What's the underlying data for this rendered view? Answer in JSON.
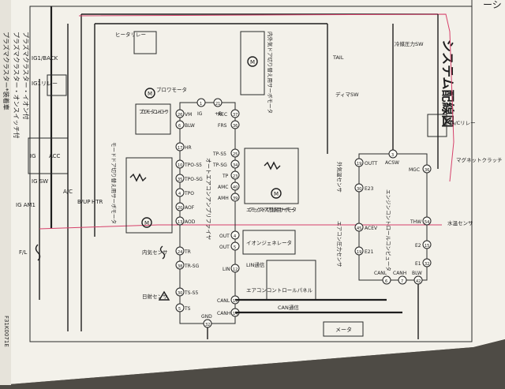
{
  "header": {
    "title": "システム配線図",
    "cut_text": "ーシ"
  },
  "left_margin": {
    "line1": "プラズマクラスター*装着車",
    "line2": "プラズマクラスター・オンスイッチ付",
    "line3": "プラズマクラスター・イオン付",
    "page_code": "F31K0071E"
  },
  "components": {
    "heater_relay": "ヒータリレー",
    "blower_motor": "ブロワモータ",
    "blower_controller": "ブロワモータコントローラ",
    "mode_servo": "モードドア切り替え用サーボモータ",
    "intake_servo": "内外気ドア切り替え用サーボモータ",
    "mix_servo": "エアミックスドア切り替え用サーボモータ",
    "room_sensor": "内気センサ",
    "solar_sensor": "日射センサ",
    "amplifier": "オートエアコンアンプリファイヤ",
    "ion_generator": "イオンジェネレータ",
    "lin_label": "LIN通信",
    "control_panel": "エアコンコントロールパネル",
    "can_label": "CAN通信",
    "meter": "メータ",
    "outside_temp_sensor": "外気温センサ",
    "engine_ecu": "エンジンコントロールコンピュータ",
    "pressure_sensor": "エアコン圧力センサ",
    "refrigerant_sw": "冷媒圧力SW",
    "dimmer_sw": "ディマSW",
    "ac_relay": "A/Cリレー",
    "magnet_clutch": "マグネットクラッチ",
    "water_temp_sensor": "水温センサ"
  },
  "power": {
    "ig1_back": "IG1/BACK",
    "ig1_relay": "IG1リレー",
    "ig_sw": "IG SW",
    "ig": "IG",
    "acc": "ACC",
    "ig_am1": "IG AM1",
    "fl": "F/L",
    "ac": "A/C",
    "bup": "B/UP",
    "htr": "HTR",
    "tail": "TAIL"
  },
  "amp_pins_left": [
    {
      "name": "VM",
      "no": "26"
    },
    {
      "name": "BLW",
      "no": "6"
    },
    {
      "name": "HR",
      "no": "17"
    },
    {
      "name": "TPO-S5",
      "no": "10"
    },
    {
      "name": "TPO-SG",
      "no": "35"
    },
    {
      "name": "TPO",
      "no": "4"
    },
    {
      "name": "AOF",
      "no": "20"
    },
    {
      "name": "AOD",
      "no": "13"
    },
    {
      "name": "TR",
      "no": "24"
    },
    {
      "name": "TR-SG",
      "no": "38"
    },
    {
      "name": "TS-S5",
      "no": "30"
    },
    {
      "name": "TS",
      "no": "5"
    }
  ],
  "amp_pins_right": [
    {
      "name": "REC",
      "no": "37"
    },
    {
      "name": "FRS",
      "no": "36"
    },
    {
      "name": "TP-S5",
      "no": "25"
    },
    {
      "name": "TP-SG",
      "no": "34"
    },
    {
      "name": "TP",
      "no": "23"
    },
    {
      "name": "AMC",
      "no": "40"
    },
    {
      "name": "AMH",
      "no": "39"
    },
    {
      "name": "OUT",
      "no": "4"
    },
    {
      "name": "OUT",
      "no": "5"
    },
    {
      "name": "LIN",
      "no": "12"
    },
    {
      "name": "CANL",
      "no": "15"
    },
    {
      "name": "CANH",
      "no": "14"
    }
  ],
  "amp_pins_top": [
    {
      "name": "IG",
      "no": "1"
    },
    {
      "name": "+B",
      "no": "21"
    }
  ],
  "amp_pin_bottom": {
    "name": "GND",
    "no": "32"
  },
  "ecu_pins": {
    "acsw_label": "ACSW",
    "acsw_no": "3",
    "outt_label": "OUTT",
    "outt_no": "19",
    "e23_label": "E23",
    "e23_no": "30",
    "acev_label": "ACEV",
    "acev_no": "45",
    "e21_label": "E21",
    "e21_no": "19",
    "mgc_label": "MGC",
    "mgc_no": "36",
    "thw_label": "THW",
    "thw_no": "54",
    "e2_label": "E2",
    "e2_no": "15",
    "e1_label": "E1",
    "e1_no": "32",
    "canl_label": "CANL",
    "canl_no": "6",
    "canh_label": "CANH",
    "canh_no": "7",
    "blw_label": "BLW",
    "blw_no": "42"
  }
}
